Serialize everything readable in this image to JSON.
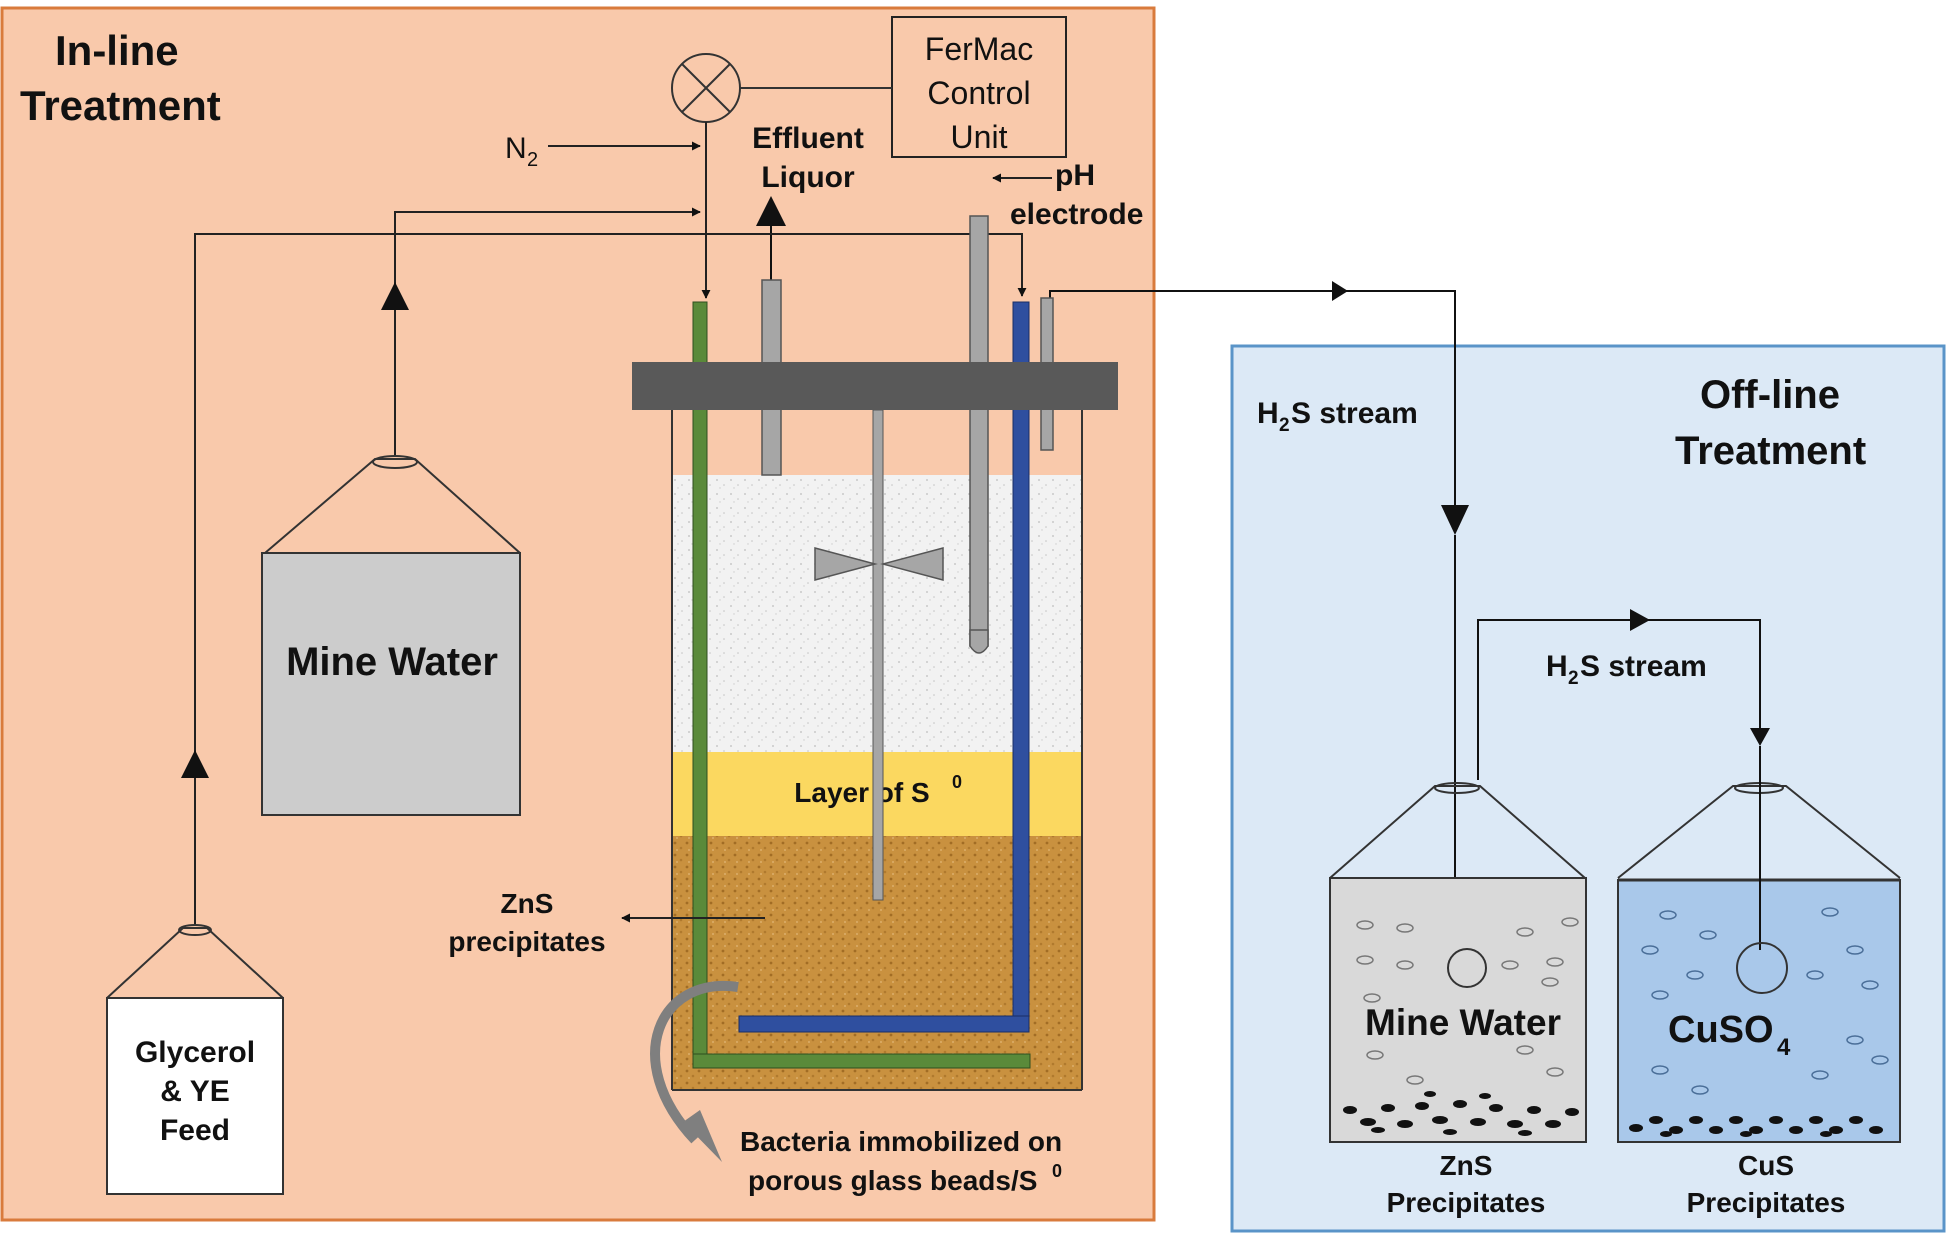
{
  "inline": {
    "title_line1": "In-line",
    "title_line2": "Treatment",
    "fermac_line1": "FerMac",
    "fermac_line2": "Control",
    "fermac_line3": "Unit",
    "n2_main": "N",
    "n2_sub": "2",
    "effluent_line1": "Effluent",
    "effluent_line2": "Liquor",
    "ph_line1": "pH",
    "ph_line2": "electrode",
    "mine_water": "Mine Water",
    "feed_line1": "Glycerol",
    "feed_line2": "& YE",
    "feed_line3": "Feed",
    "layer_main": "Layer of S",
    "layer_sup": "0",
    "zns_line1": "ZnS",
    "zns_line2": "precipitates",
    "bacteria_line1": "Bacteria immobilized on",
    "bacteria_line2_main": "porous glass beads/S",
    "bacteria_line2_sup": "0"
  },
  "offline": {
    "title_line1": "Off-line",
    "title_line2": "Treatment",
    "h2s1_pre": "H",
    "h2s1_sub": "2",
    "h2s1_post": "S stream",
    "h2s2_pre": "H",
    "h2s2_sub": "2",
    "h2s2_post": "S stream",
    "flask1_label": "Mine Water",
    "flask2_main": "CuSO",
    "flask2_sub": "4",
    "zns_line1": "ZnS",
    "zns_line2": "Precipitates",
    "cus_line1": "CuS",
    "cus_line2": "Precipitates"
  },
  "colors": {
    "inline_bg": "#f9c9ab",
    "inline_border": "#d97b3c",
    "offline_bg": "#dce9f6",
    "offline_border": "#5a94c8",
    "reactor_lid": "#595959",
    "sulfur_layer": "#fbd860",
    "bead_layer": "#c9913f",
    "green_tube": "#5a8a3a",
    "blue_tube": "#2f4f9f",
    "mine_water_tank": "#cccccc",
    "cuso4_fill": "#a9c8ea"
  }
}
